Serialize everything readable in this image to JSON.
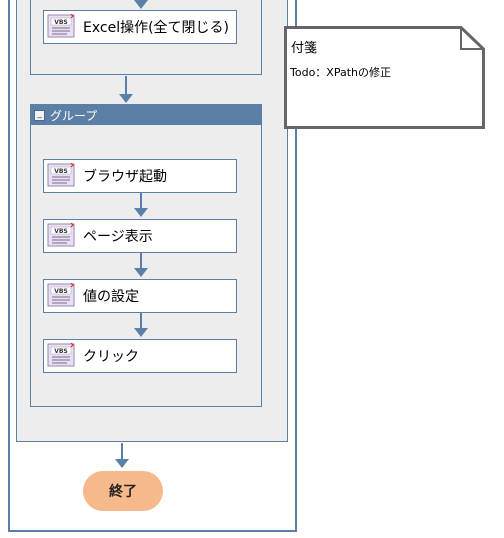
{
  "flow": {
    "top_step": {
      "label": "Excel操作(全て閉じる)",
      "icon": "vbs-script-icon"
    },
    "group": {
      "title": "グループ",
      "toggle": "_",
      "steps": [
        {
          "label": "ブラウザ起動",
          "icon": "vbs-script-icon"
        },
        {
          "label": "ページ表示",
          "icon": "vbs-script-icon"
        },
        {
          "label": "値の設定",
          "icon": "vbs-script-icon"
        },
        {
          "label": "クリック",
          "icon": "vbs-script-icon"
        }
      ]
    },
    "end_label": "終了"
  },
  "sticky_note": {
    "title": "付箋",
    "body": "Todo：XPathの修正"
  },
  "colors": {
    "connector": "#5b7fa6",
    "group_header": "#5b7fa6",
    "group_background": "#ededed",
    "end_node": "#f5b98b"
  }
}
